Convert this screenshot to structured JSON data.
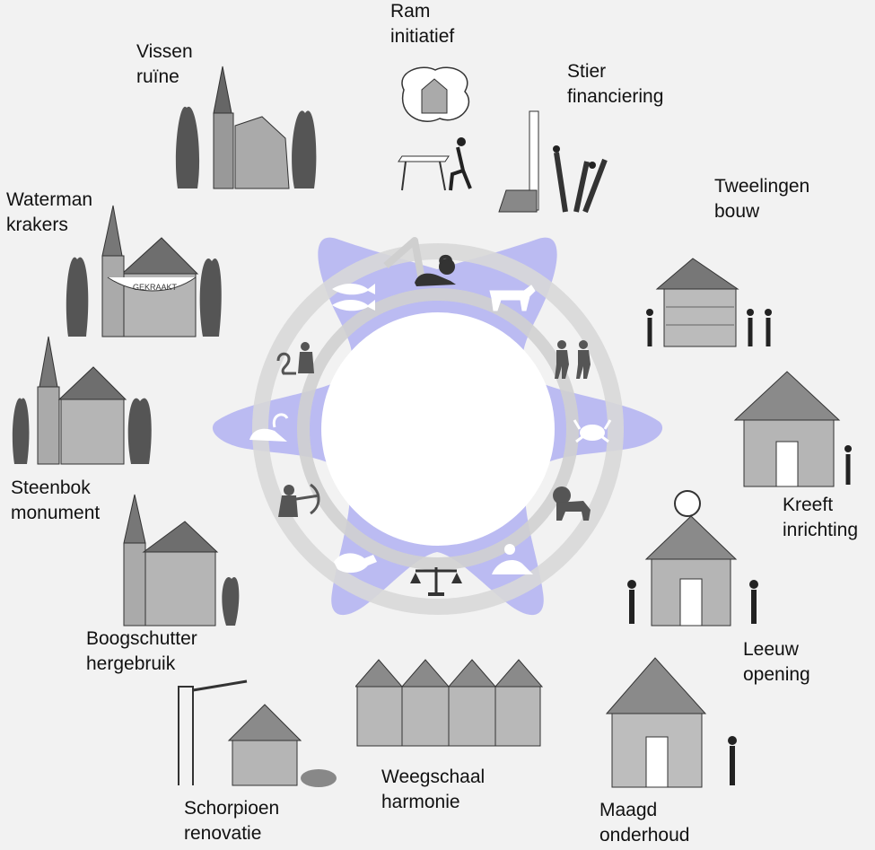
{
  "colors": {
    "background": "#f2f2f2",
    "star": "#a9a9f2",
    "ring": "#d6d6d6",
    "symbols": "#ffffff",
    "ink": "#111111",
    "house": "#9c9c9c",
    "roof": "#6e6e6e",
    "tree": "#555555"
  },
  "stages": [
    {
      "sign": "Ram",
      "phase": "initiatief",
      "symbol": "ram-icon"
    },
    {
      "sign": "Stier",
      "phase": "financiering",
      "symbol": "bull-icon"
    },
    {
      "sign": "Tweelingen",
      "phase": "bouw",
      "symbol": "twins-icon"
    },
    {
      "sign": "Kreeft",
      "phase": "inrichting",
      "symbol": "crab-icon"
    },
    {
      "sign": "Leeuw",
      "phase": "opening",
      "symbol": "lion-icon"
    },
    {
      "sign": "Maagd",
      "phase": "onderhoud",
      "symbol": "virgin-icon"
    },
    {
      "sign": "Weegschaal",
      "phase": "harmonie",
      "symbol": "scales-icon"
    },
    {
      "sign": "Schorpioen",
      "phase": "renovatie",
      "symbol": "scorpion-icon"
    },
    {
      "sign": "Boogschutter",
      "phase": "hergebruik",
      "symbol": "archer-icon"
    },
    {
      "sign": "Steenbok",
      "phase": "monument",
      "symbol": "ibex-icon"
    },
    {
      "sign": "Waterman",
      "phase": "krakers",
      "symbol": "water-bearer-icon"
    },
    {
      "sign": "Vissen",
      "phase": "ruïne",
      "symbol": "fish-icon"
    }
  ],
  "banner_text": "GEKRAAKT"
}
